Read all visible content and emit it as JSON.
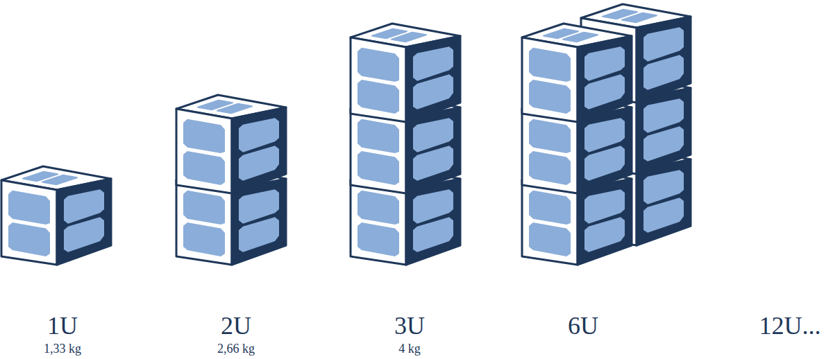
{
  "diagram": {
    "labels": [
      "1U",
      "1,33 kg",
      "2U",
      "2,66 kg",
      "3U",
      "4 kg",
      "6U",
      "12U..."
    ]
  }
}
